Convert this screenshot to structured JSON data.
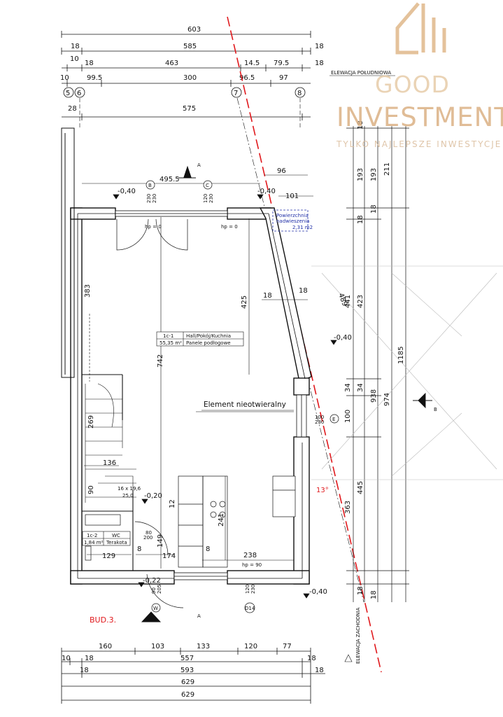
{
  "logo": {
    "good": "GOOD",
    "investment": "INVESTMENT",
    "tagline": "TYLKO NAJLEPSZE INWESTYCJE"
  },
  "colors": {
    "brand": "#d9a36b",
    "wall": "#111111",
    "red_line": "#e0181c",
    "blue_note": "#2231a8"
  },
  "dimensions": {
    "top_1": "603",
    "top_2a": "18",
    "top_2b": "585",
    "top_2c": "18",
    "top_3a": "10",
    "top_3b": "18",
    "top_3c": "463",
    "top_3d": "14.5",
    "top_3e": "79.5",
    "top_3f": "18",
    "top_4a": "10",
    "top_4b": "99.5",
    "top_4c": "300",
    "top_4d": "96.5",
    "top_4e": "97",
    "top_5a": "28",
    "top_5b": "575",
    "inner_width": "495.5",
    "d96": "96",
    "d101": "101",
    "r_18a": "18",
    "r_193a": "193",
    "r_193b": "193",
    "r_211": "211",
    "r_18b": "18",
    "r_18c": "18",
    "r_441": "441",
    "r_423": "423",
    "r_1185": "1185",
    "r_974": "974",
    "r_938": "938",
    "r_34a": "34",
    "r_34b": "34",
    "r_100": "100",
    "r_445": "445",
    "r_363": "363",
    "r_18d": "18",
    "r_18e": "18",
    "d383": "383",
    "d425": "425",
    "d742": "742",
    "d18a": "18",
    "d18b": "18",
    "d489": "489",
    "d269": "269",
    "d136": "136",
    "d90": "90",
    "d12": "12",
    "d241": "241",
    "d8a": "8",
    "d8b": "8",
    "d149": "149",
    "d129": "129",
    "d174": "174",
    "d238": "238",
    "bot_1a": "160",
    "bot_1b": "103",
    "bot_1c": "133",
    "bot_1d": "120",
    "bot_1e": "77",
    "bot_2a": "10",
    "bot_2b": "18",
    "bot_2c": "557",
    "bot_2d": "18",
    "bot_3a": "18",
    "bot_3b": "593",
    "bot_3c": "18",
    "bot_4": "629",
    "bot_5": "629"
  },
  "levels": {
    "l1": "-0,40",
    "l2": "-0,40",
    "l3": "-0,40",
    "l4": "-0,20",
    "l5": "-0,22",
    "l6": "-0,40"
  },
  "axes": {
    "a5": "5",
    "a6": "6",
    "a7": "7",
    "a8": "8"
  },
  "rooms": {
    "main_code": "1c-1",
    "main_name": "Hall/Pokój/Kuchnia",
    "main_area": "55,35 m²",
    "main_floor": "Panele podłogowe",
    "wc_code": "1c-2",
    "wc_name": "WC",
    "wc_area": "1,84 m²",
    "wc_floor": "Terakota"
  },
  "labels": {
    "elevation_south": "ELEWACJA POŁUDNIOWA",
    "elevation_west": "ELEWACJA ZACHODNIA",
    "element_fixed": "Element nieotwieralny",
    "overhang_1": "Powierzchnia",
    "overhang_2": "nadwieszenia",
    "overhang_3": "2,31 m2",
    "building": "BUD.3.",
    "angle": "13°",
    "hp0a": "hp = 0",
    "hp0b": "hp = 0",
    "hp90": "hp = 90",
    "section_a": "A",
    "section_b": "B",
    "win_a_top": "230",
    "win_a_bot": "230",
    "win_b_top": "120",
    "win_b_bot": "230",
    "win_c_top": "100",
    "win_c_bot": "230",
    "win_d_top": "120",
    "win_d_bot": "230",
    "door_top": "80",
    "door_bot": "200",
    "door2_top": "90",
    "door2_bot": "205",
    "stair_1": "16 x 19,6",
    "stair_2": "25,0",
    "sym_b": "B",
    "sym_c": "C",
    "sym_d": "D14",
    "sym_e": "E",
    "sym_w": "W"
  }
}
